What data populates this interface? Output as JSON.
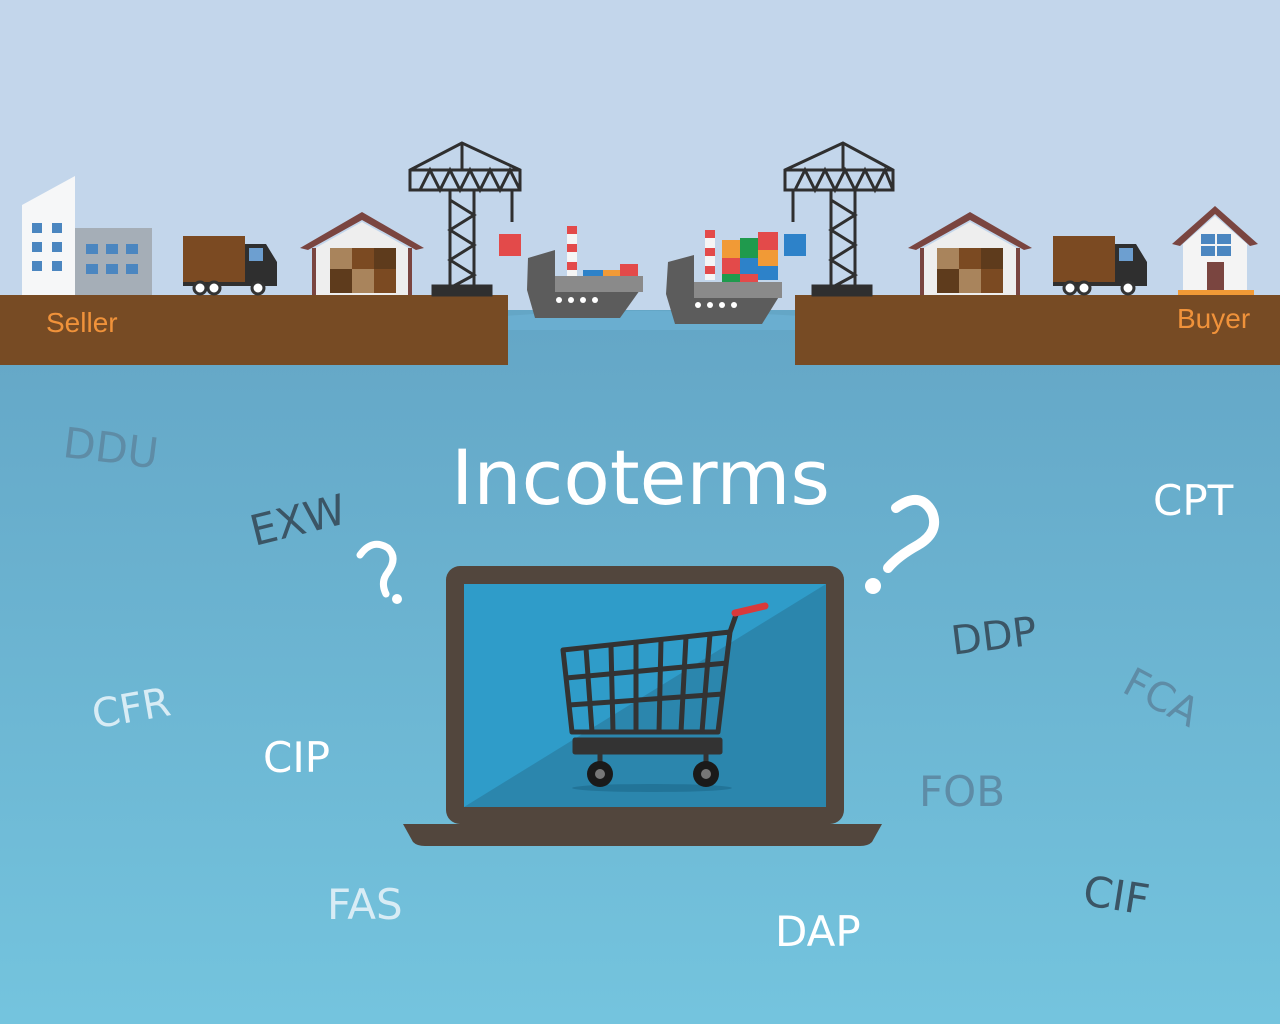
{
  "title": "Incoterms",
  "labels": {
    "seller": "Seller",
    "buyer": "Buyer"
  },
  "terms": {
    "ddu": "DDU",
    "exw": "EXW",
    "cpt": "CPT",
    "ddp": "DDP",
    "fca": "FCA",
    "cfr": "CFR",
    "cip": "CIP",
    "fob": "FOB",
    "fas": "FAS",
    "dap": "DAP",
    "cif": "CIF"
  },
  "icons": [
    "office-building-icon",
    "delivery-truck-icon",
    "warehouse-icon",
    "port-crane-icon",
    "container-ship-icon",
    "shopping-cart-icon",
    "laptop-icon",
    "house-icon",
    "question-mark-icon"
  ],
  "colors": {
    "sky": "#c3d6eb",
    "sea_top": "#64a6c6",
    "sea_bottom": "#74c4de",
    "ground": "#774b24",
    "label_orange": "#f0923a",
    "white": "#ffffff",
    "dark_slate": "#3b5565",
    "laptop_frame": "#52463d",
    "screen": "#2f9cc9",
    "cart": "#333333",
    "cart_handle": "#d9393b"
  }
}
